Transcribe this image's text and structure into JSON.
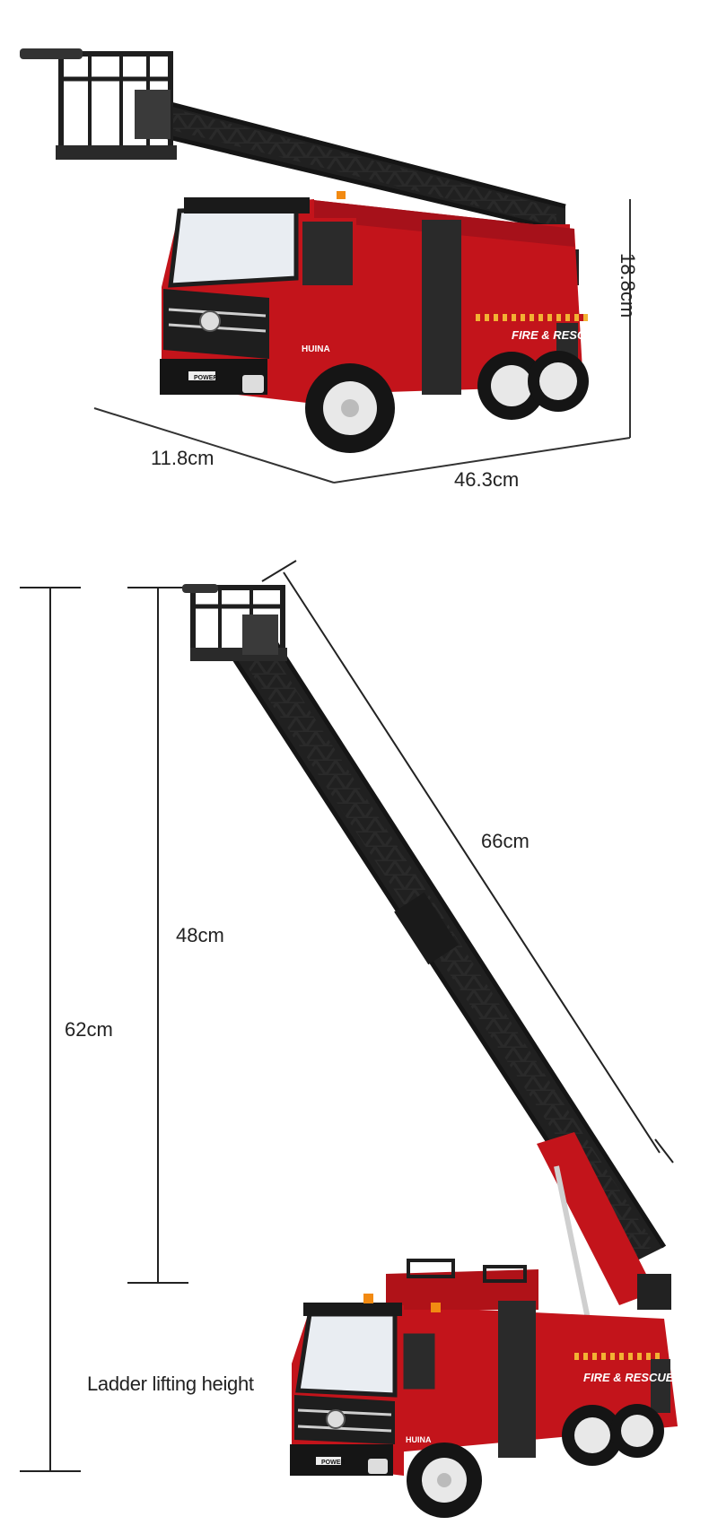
{
  "dimensions": {
    "depth": "11.8cm",
    "length": "46.3cm",
    "height": "18.8cm"
  },
  "ladder": {
    "extension": "66cm",
    "lift_height": "48cm",
    "total_height": "62cm",
    "caption": "Ladder lifting height"
  },
  "truck": {
    "side_text": "FIRE & RESCUE",
    "brand": "HUINA",
    "grille_text": "POWER"
  },
  "colors": {
    "body_red": "#c3141b",
    "dark_red": "#8e0d12",
    "ladder_black": "#2a2a2a",
    "wheel": "#e8e8e8",
    "stripe": "#f2b233"
  }
}
